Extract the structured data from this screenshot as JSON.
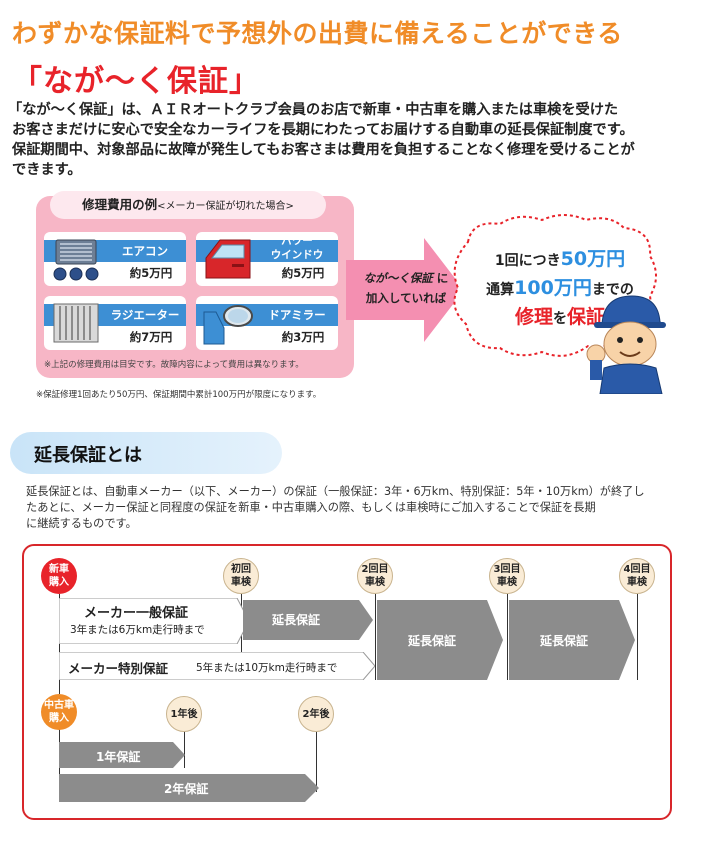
{
  "header": {
    "headline": "わずかな保証料で予想外の出費に備えることができる",
    "product": "「なが〜く保証」"
  },
  "intro": {
    "lines": [
      "「なが〜く保証」は、ＡＩＲオートクラブ会員のお店で新車・中古車を購入または車検を受けた",
      "お客さまだけに安心で安全なカーライフを長期にわたってお届けする自動車の延長保証制度です。",
      "保証期間中、対象部品に故障が発生してもお客さまは費用を負担することなく修理を受けることが",
      "できます。"
    ]
  },
  "examples": {
    "title": "修理費用の例",
    "title_note": "<メーカー保証が切れた場合>",
    "items": [
      {
        "name": "エアコン",
        "price": "約5万円"
      },
      {
        "name_line1": "パワー",
        "name_line2": "ウインドウ",
        "price": "約5万円"
      },
      {
        "name": "ラジエーター",
        "price": "約7万円"
      },
      {
        "name": "ドアミラー",
        "price": "約3万円"
      }
    ],
    "note": "※上記の修理費用は目安です。故障内容によって費用は異なります。",
    "footnote": "※保証修理1回あたり50万円、保証期間中累計100万円が限度になります。"
  },
  "arrow": {
    "line1_product": "なが〜く保証",
    "line1_suffix": "に",
    "line2": "加入していれば"
  },
  "bubble": {
    "l1_prefix": "1回につき",
    "l1_amount": "50万円",
    "l2_prefix": "通算",
    "l2_amount": "100万円",
    "l2_suffix": "までの",
    "l3_word1": "修理",
    "l3_mid": "を",
    "l3_word2": "保証"
  },
  "section": {
    "title": "延長保証とは",
    "desc_lines": [
      "延長保証とは、自動車メーカー（以下、メーカー）の保証（一般保証：3年・6万km、特別保証：5年・10万km）が終了し",
      "たあとに、メーカー保証と同程度の保証を新車・中古車購入の際、もしくは車検時にご加入することで保証を長期",
      "に継続するものです。"
    ]
  },
  "timeline": {
    "new_car": {
      "l1": "新車",
      "l2": "購入"
    },
    "inspections": [
      {
        "l1": "初回",
        "l2": "車検"
      },
      {
        "l1": "2回目",
        "l2": "車検"
      },
      {
        "l1": "3回目",
        "l2": "車検"
      },
      {
        "l1": "4回目",
        "l2": "車検"
      }
    ],
    "maker_general": {
      "title": "メーカー一般保証",
      "sub": "3年または6万km走行時まで"
    },
    "maker_special": {
      "title": "メーカー特別保証",
      "sub": "5年または10万km走行時まで"
    },
    "extended_label": "延長保証",
    "used_car": {
      "l1": "中古車",
      "l2": "購入"
    },
    "years": [
      {
        "label": "1年後"
      },
      {
        "label": "2年後"
      }
    ],
    "warranty_1y": "1年保証",
    "warranty_2y": "2年保証"
  },
  "colors": {
    "headline": "#f08c28",
    "product": "#e8232a",
    "panel": "#f7b6c6",
    "arrow": "#f48fb1",
    "blue_band": "#3d8fd4",
    "timeline_border": "#d8262a"
  }
}
